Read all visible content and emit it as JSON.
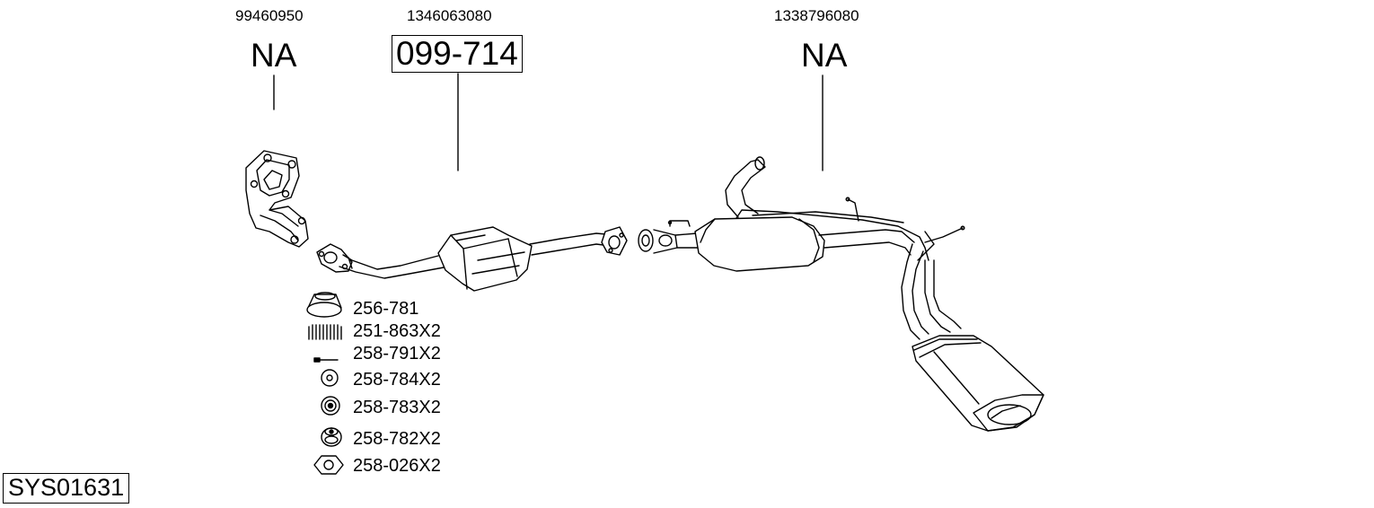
{
  "parts": [
    {
      "oem": "99460950",
      "code": "NA",
      "boxed": false
    },
    {
      "oem": "1346063080",
      "code": "099-714",
      "boxed": true
    },
    {
      "oem": "1338796080",
      "code": "NA",
      "boxed": false
    }
  ],
  "accessories": [
    {
      "code": "256-781",
      "icon": "gasket-ring-icon"
    },
    {
      "code": "251-863X2",
      "icon": "spring-icon"
    },
    {
      "code": "258-791X2",
      "icon": "bolt-icon"
    },
    {
      "code": "258-784X2",
      "icon": "washer-icon"
    },
    {
      "code": "258-783X2",
      "icon": "rubber-mount-icon"
    },
    {
      "code": "258-782X2",
      "icon": "rubber-hanger-icon"
    },
    {
      "code": "258-026X2",
      "icon": "hex-nut-icon"
    }
  ],
  "system_code": "SYS01631"
}
